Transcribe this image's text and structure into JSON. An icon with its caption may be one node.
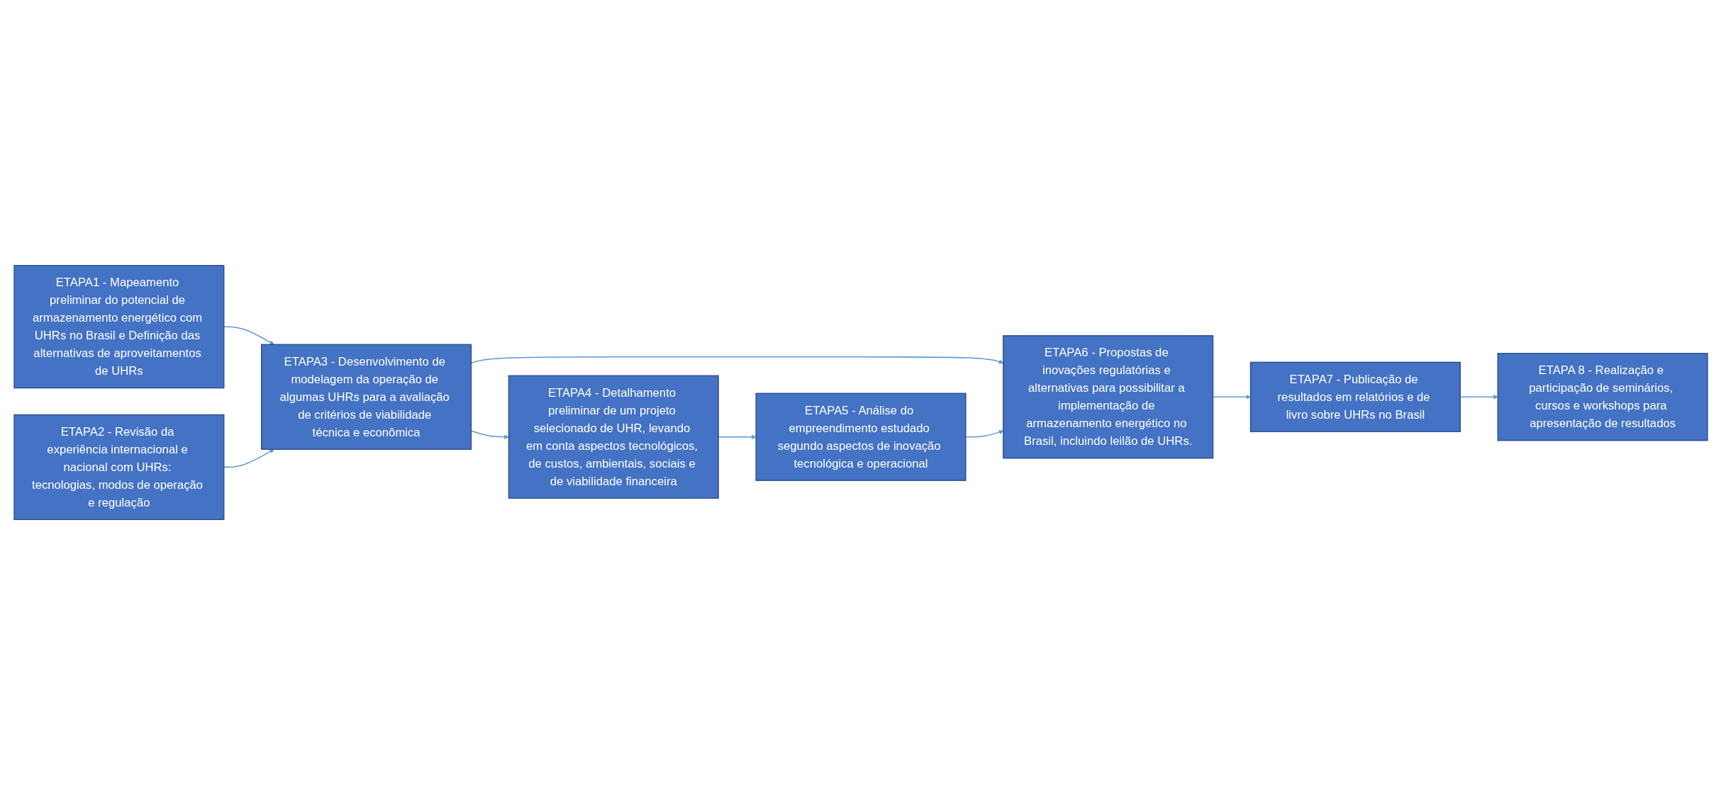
{
  "diagram": {
    "nodes": [
      {
        "text": [
          "ETAPA1 - Mapeamento preliminar do potencial de armazenamento energético com UHRs no Brasil e Definição das alternativas de aproveitamentos de UHRs"
        ]
      },
      {
        "text": [
          "ETAPA2 - Revisão da experiência internacional e nacional com UHRs: tecnologias, modos de operação e regulação"
        ]
      },
      {
        "text": [
          "ETAPA3 - Desenvolvimento de modelagem da operação de algumas UHRs para a avaliação de critérios de viabilidade técnica e econômica"
        ]
      },
      {
        "text": [
          "ETAPA4 - Detalhamento preliminar de um projeto selecionado de UHR, levando em conta aspectos tecnológicos, de custos, ambientais, sociais e de viabilidade financeira"
        ]
      },
      {
        "text": [
          "ETAPA5 - Análise do empreendimento estudado segundo aspectos de inovação tecnológica e operacional"
        ]
      },
      {
        "text": [
          "ETAPA6 - Propostas de inovações regulatórias e alternativas para possibilitar a implementação de armazenamento energético no Brasil, incluindo leilão de UHRs."
        ]
      },
      {
        "text": [
          "ETAPA7 - Publicação de resultados em relatórios e de livro sobre UHRs no Brasil"
        ]
      },
      {
        "text": [
          "ETAPA 8 - Realização e participação de seminários, cursos e workshops para apresentação de resultados"
        ]
      }
    ],
    "edges": [
      {
        "from": 0,
        "to": 2,
        "arrow": "to"
      },
      {
        "from": 1,
        "to": 2,
        "arrow": "to"
      },
      {
        "from": 2,
        "to": 3,
        "arrow": "to"
      },
      {
        "from": 2,
        "to": 5,
        "arrow": "to"
      },
      {
        "from": 3,
        "to": 4,
        "arrow": "to"
      },
      {
        "from": 4,
        "to": 5,
        "arrow": "to"
      },
      {
        "from": 5,
        "to": 6,
        "arrow": "to"
      },
      {
        "from": 6,
        "to": 7,
        "arrow": "to"
      }
    ]
  }
}
